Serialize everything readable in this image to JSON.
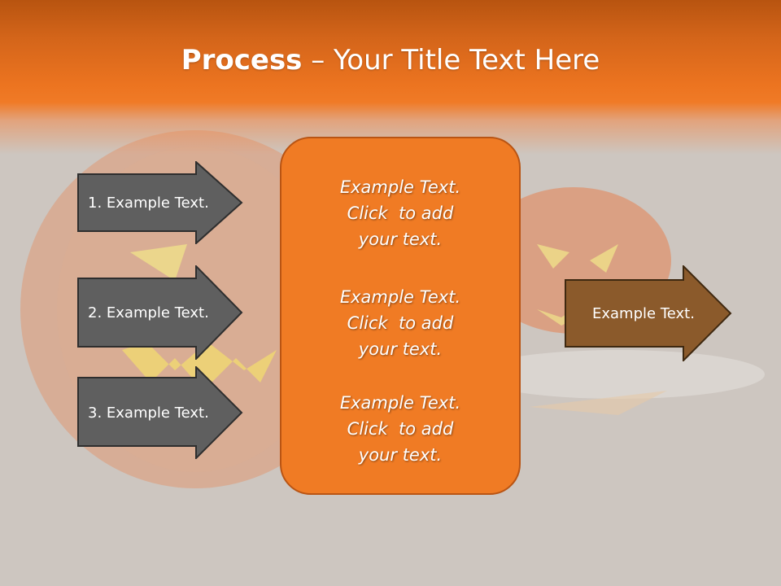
{
  "slide": {
    "title_bold": "Process",
    "title_rest": " – Your Title Text Here"
  },
  "left_steps": [
    {
      "label": "1. Example Text."
    },
    {
      "label": "2. Example Text."
    },
    {
      "label": "3. Example Text."
    }
  ],
  "center_box": {
    "blocks": [
      {
        "lines": [
          "Example Text.",
          "Click  to add",
          "your text."
        ]
      },
      {
        "lines": [
          "Example Text.",
          "Click  to add",
          "your text."
        ]
      },
      {
        "lines": [
          "Example Text.",
          "Click  to add",
          "your text."
        ]
      }
    ]
  },
  "output": {
    "label": "Example Text."
  },
  "colors": {
    "title_band": "#f07a26",
    "step_arrow": "#5f5f5f",
    "center_box": "#f07b24",
    "output_arrow": "#8b5a2b"
  }
}
